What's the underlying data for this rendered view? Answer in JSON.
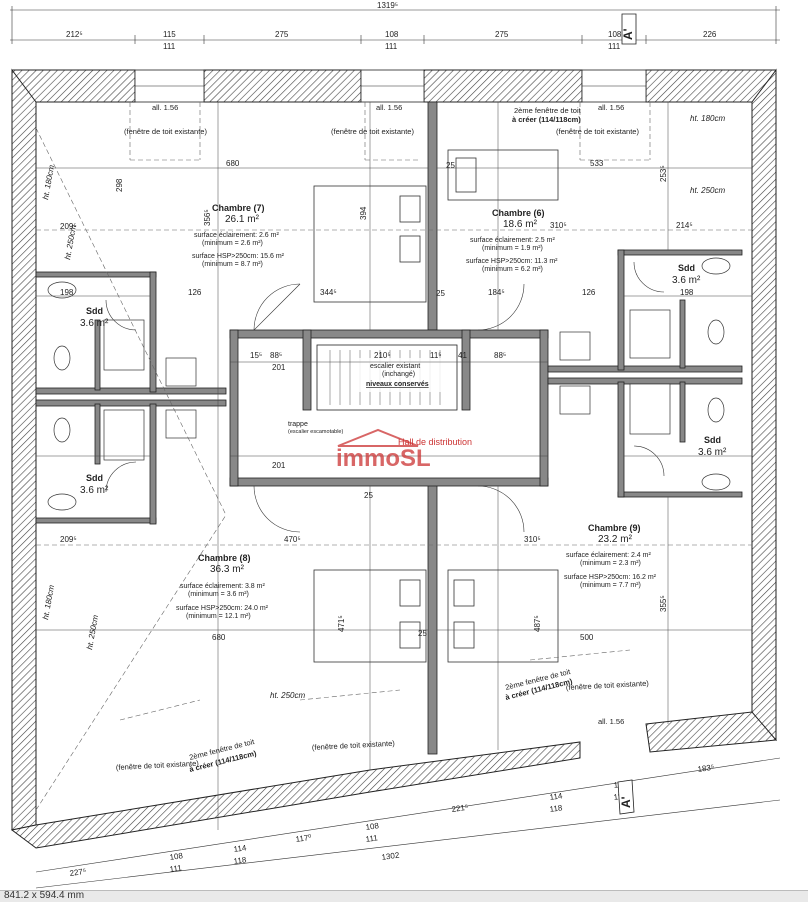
{
  "top_dims": {
    "total": "1319⁵",
    "segments": [
      "212⁵",
      "115",
      "275",
      "108",
      "275",
      "108",
      "226"
    ],
    "sub": [
      "111",
      "111",
      "111"
    ]
  },
  "section_marker": "A'",
  "bottom_dims": {
    "segments": [
      "227⁵",
      "108",
      "114",
      "117⁰",
      "108",
      "221⁵",
      "114",
      "108",
      "183⁵"
    ],
    "sub": [
      "111",
      "118",
      "111",
      "118",
      "111"
    ],
    "total": "1302"
  },
  "skylights_existing": [
    "all. 1.56",
    "(fenêtre de toit existante)",
    "all. 1.56",
    "(fenêtre de toit existante)",
    "all. 1.56",
    "(fenêtre de toit existante)"
  ],
  "skylight_new_top": [
    "2ème fenêtre de toit",
    "à créer (114/118cm)"
  ],
  "rooms": [
    {
      "name": "Chambre (7)",
      "area": "26.1 m²",
      "light": "surface éclairement: 2.6 m²",
      "light_min": "(minimum = 2.6 m²)",
      "hsp": "surface HSP>250cm: 15.6 m²",
      "hsp_min": "(minimum = 8.7 m²)"
    },
    {
      "name": "Chambre (6)",
      "area": "18.6 m²",
      "light": "surface éclairement: 2.5 m²",
      "light_min": "(minimum = 1.9 m²)",
      "hsp": "surface HSP>250cm: 11.3 m²",
      "hsp_min": "(minimum = 6.2 m²)"
    },
    {
      "name": "Chambre (8)",
      "area": "36.3 m²",
      "light": "surface éclairement: 3.8 m²",
      "light_min": "(minimum = 3.6 m²)",
      "hsp": "surface HSP>250cm: 24.0 m²",
      "hsp_min": "(minimum = 12.1 m²)"
    },
    {
      "name": "Chambre (9)",
      "area": "23.2 m²",
      "light": "surface éclairement: 2.4 m²",
      "light_min": "(minimum = 2.3 m²)",
      "hsp": "surface HSP>250cm: 16.2 m²",
      "hsp_min": "(minimum = 7.7 m²)"
    }
  ],
  "sdd": [
    {
      "name": "Sdd",
      "area": "3.6 m²"
    },
    {
      "name": "Sdd",
      "area": "3.6 m²"
    },
    {
      "name": "Sdd",
      "area": "3.6 m²"
    },
    {
      "name": "Sdd",
      "area": "3.6 m²"
    }
  ],
  "heights": [
    "ht. 180cm",
    "ht. 250cm",
    "ht. 180cm",
    "ht. 250cm",
    "ht. 180cm",
    "ht. 250cm",
    "ht. 250cm"
  ],
  "stair": {
    "l1": "escalier existant",
    "l2": "(inchangé)",
    "l3": "niveaux conservés"
  },
  "trappe": {
    "l1": "trappe",
    "l2": "(escalier escamotable)"
  },
  "hall": "Hall de distribution",
  "inner_dims": [
    "680",
    "533",
    "310⁵",
    "214⁵",
    "394",
    "344⁵",
    "184⁵",
    "126",
    "198",
    "126",
    "198",
    "201",
    "201",
    "88⁵",
    "15⁵",
    "210⁵",
    "11⁵",
    "41",
    "88⁵",
    "470⁵",
    "310⁵",
    "680",
    "500",
    "471⁵",
    "487⁵",
    "355⁵",
    "356⁵",
    "298",
    "253⁵",
    "209⁵",
    "209⁵",
    "25",
    "25",
    "25",
    "25"
  ],
  "watermark": "immoSL",
  "status": "841.2 x 594.4 mm"
}
